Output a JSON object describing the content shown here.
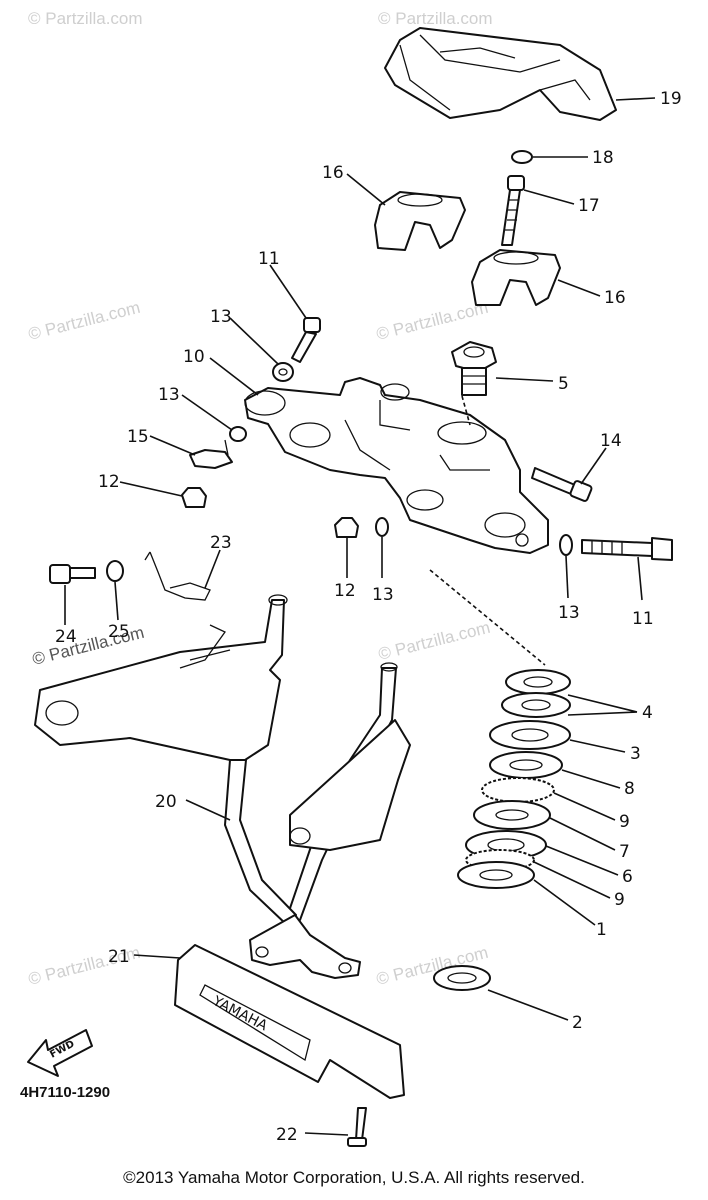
{
  "watermark": "© Partzilla.com",
  "part_code": "4H7110-1290",
  "fwd_label": "FWD",
  "emblem_text": "YAMAHA",
  "copyright": "©2013 Yamaha Motor Corporation, U.S.A. All rights reserved.",
  "callouts": {
    "c1": "1",
    "c2": "2",
    "c3": "3",
    "c4": "4",
    "c5": "5",
    "c6": "6",
    "c7": "7",
    "c8": "8",
    "c9a": "9",
    "c9b": "9",
    "c10": "10",
    "c11a": "11",
    "c11b": "11",
    "c12a": "12",
    "c12b": "12",
    "c13a": "13",
    "c13b": "13",
    "c13c": "13",
    "c13d": "13",
    "c14": "14",
    "c15": "15",
    "c16a": "16",
    "c16b": "16",
    "c17": "17",
    "c18": "18",
    "c19": "19",
    "c20": "20",
    "c21": "21",
    "c22": "22",
    "c23": "23",
    "c24": "24",
    "c25": "25"
  }
}
